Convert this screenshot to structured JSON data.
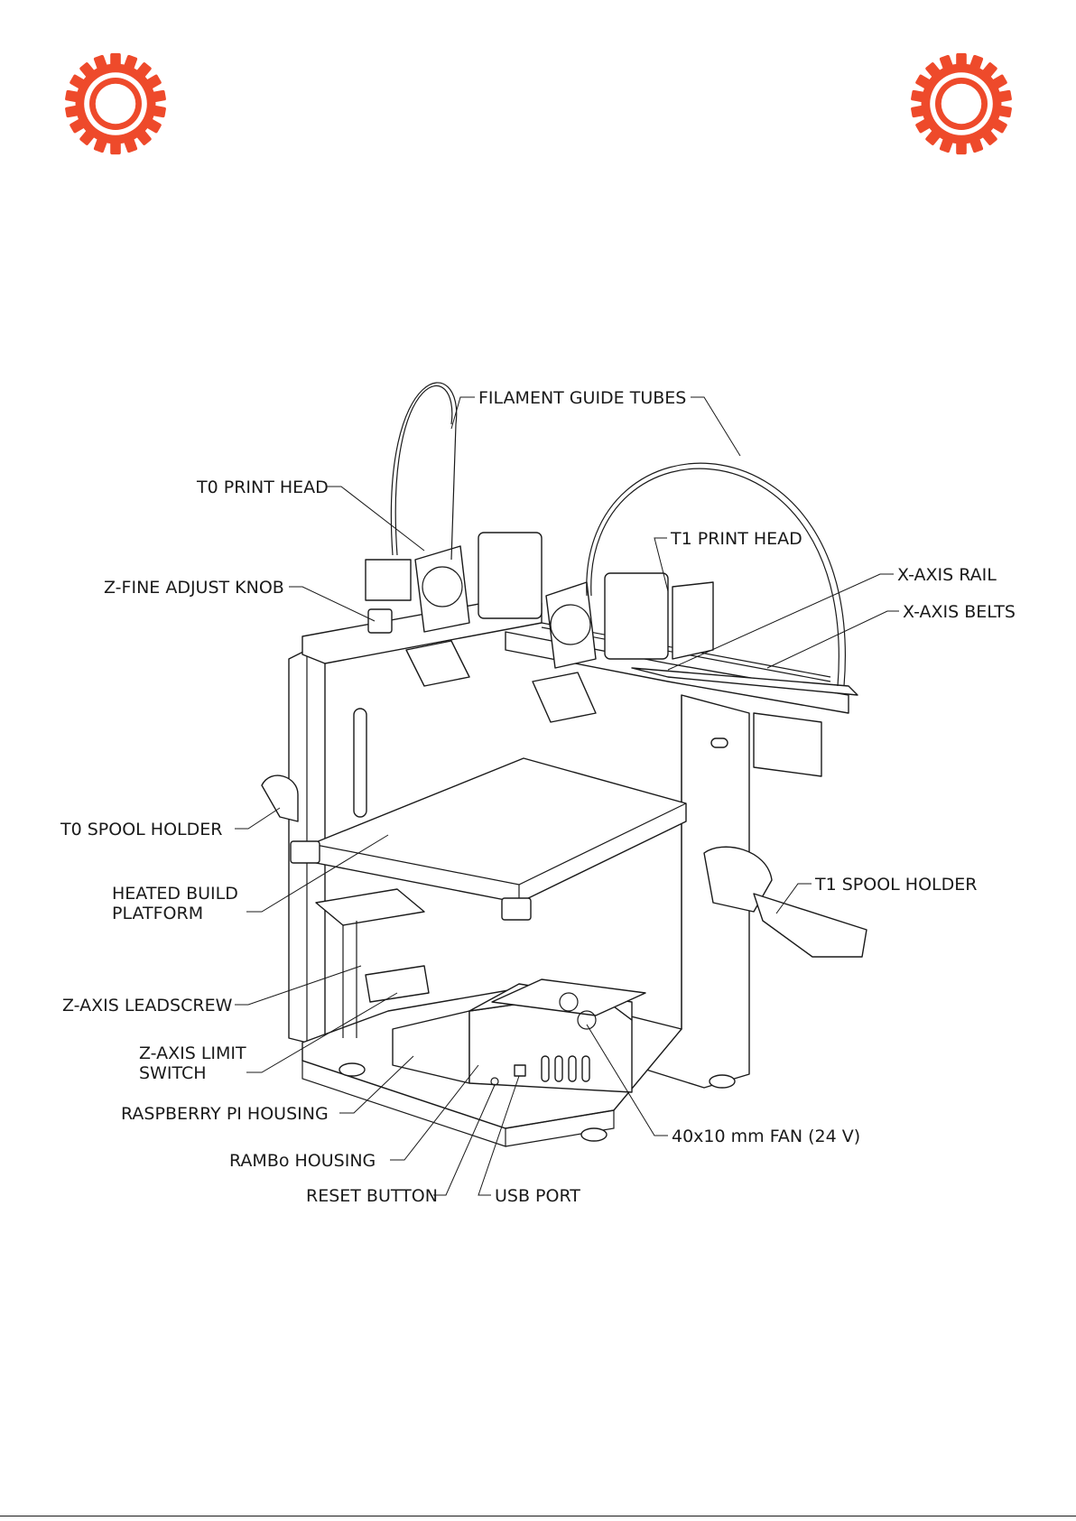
{
  "brand": {
    "accent": "#ee4a2b",
    "logo_icon": "gear-icon"
  },
  "labels": {
    "filament_guide_tubes": "FILAMENT GUIDE TUBES",
    "t0_print_head": "T0 PRINT HEAD",
    "t1_print_head": "T1 PRINT HEAD",
    "z_fine_adjust_knob": "Z-FINE ADJUST KNOB",
    "x_axis_rail": "X-AXIS RAIL",
    "x_axis_belts": "X-AXIS BELTS",
    "t0_spool_holder": "T0 SPOOL HOLDER",
    "t1_spool_holder": "T1 SPOOL HOLDER",
    "heated_build_platform_1": "HEATED BUILD",
    "heated_build_platform_2": "PLATFORM",
    "z_axis_leadscrew": "Z-AXIS LEADSCREW",
    "z_axis_limit_switch_1": "Z-AXIS LIMIT",
    "z_axis_limit_switch_2": "SWITCH",
    "raspberry_pi_housing": "RASPBERRY PI HOUSING",
    "rambo_housing": "RAMBo HOUSING",
    "reset_button": "RESET BUTTON",
    "usb_port": "USB PORT",
    "fan": "40x10 mm FAN (24 V)"
  }
}
